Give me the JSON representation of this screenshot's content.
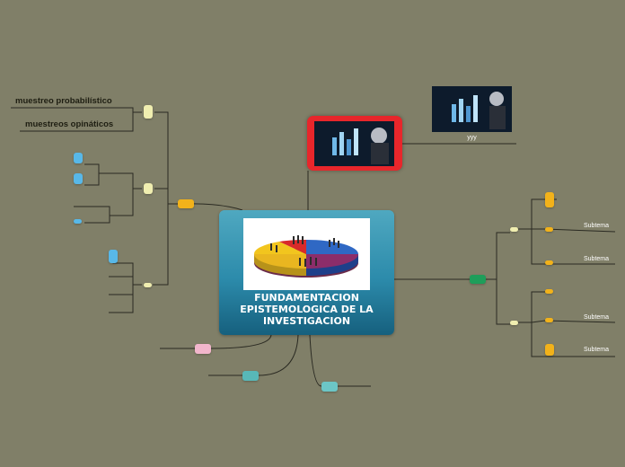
{
  "central": {
    "title": "FUNDAMENTACION EPISTEMOLOGICA DE LA INVESTIGACION"
  },
  "image_node": {
    "caption": "yyy"
  },
  "left_branch": {
    "labels": [
      "muestreo probabilístico",
      "muestreos opináticos"
    ]
  },
  "right_branch": {
    "subtopics": [
      "Subtema",
      "Subtema",
      "Subtema",
      "Subtema"
    ]
  },
  "colors": {
    "background": "#807f68",
    "central_top": "#4fa8c0",
    "central_bottom": "#16607e",
    "photo_frame": "#e8262b",
    "orange": "#f2b21a",
    "yellow_pale": "#f0eeb0",
    "blue": "#58b8e8",
    "green": "#1e9e5a",
    "pink": "#f2b6cc",
    "teal": "#58b8b8"
  }
}
